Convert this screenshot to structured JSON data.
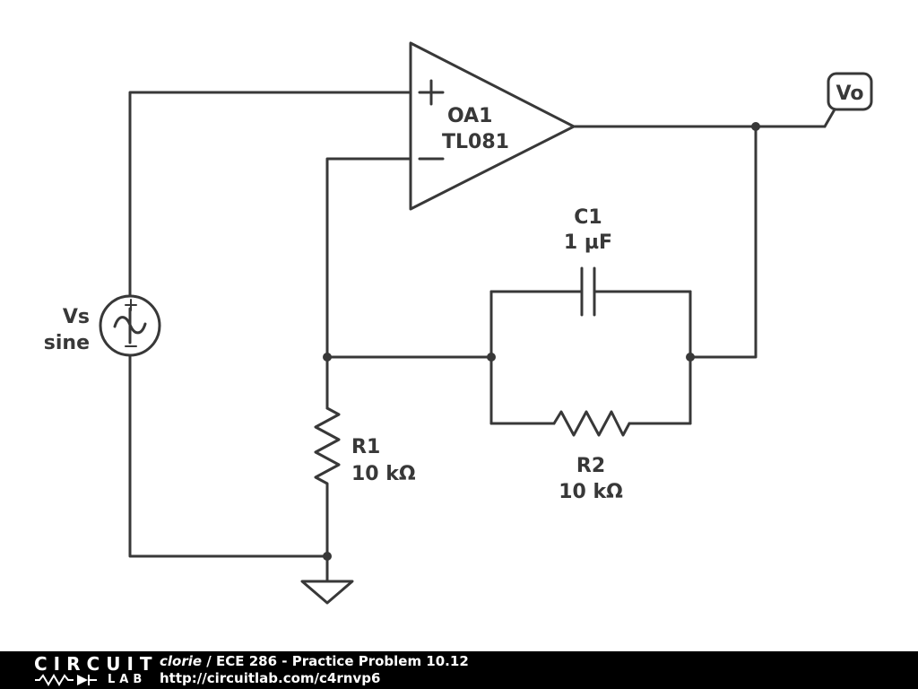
{
  "colors": {
    "line": "#383838",
    "background": "#ffffff",
    "footer_bg": "#000000",
    "footer_text": "#ffffff"
  },
  "schematic": {
    "opamp": {
      "name": "OA1",
      "model": "TL081"
    },
    "source": {
      "name": "Vs",
      "waveform": "sine"
    },
    "r1": {
      "name": "R1",
      "value": "10 kΩ"
    },
    "r2": {
      "name": "R2",
      "value": "10 kΩ"
    },
    "c1": {
      "name": "C1",
      "value": "1 µF"
    },
    "output": {
      "label": "Vo"
    }
  },
  "footer": {
    "logo_top": "CIRCUIT",
    "logo_bottom": "LAB",
    "author": "clorie",
    "separator": " / ",
    "title": "ECE 286 - Practice Problem 10.12",
    "url": "http://circuitlab.com/c4rnvp6"
  }
}
